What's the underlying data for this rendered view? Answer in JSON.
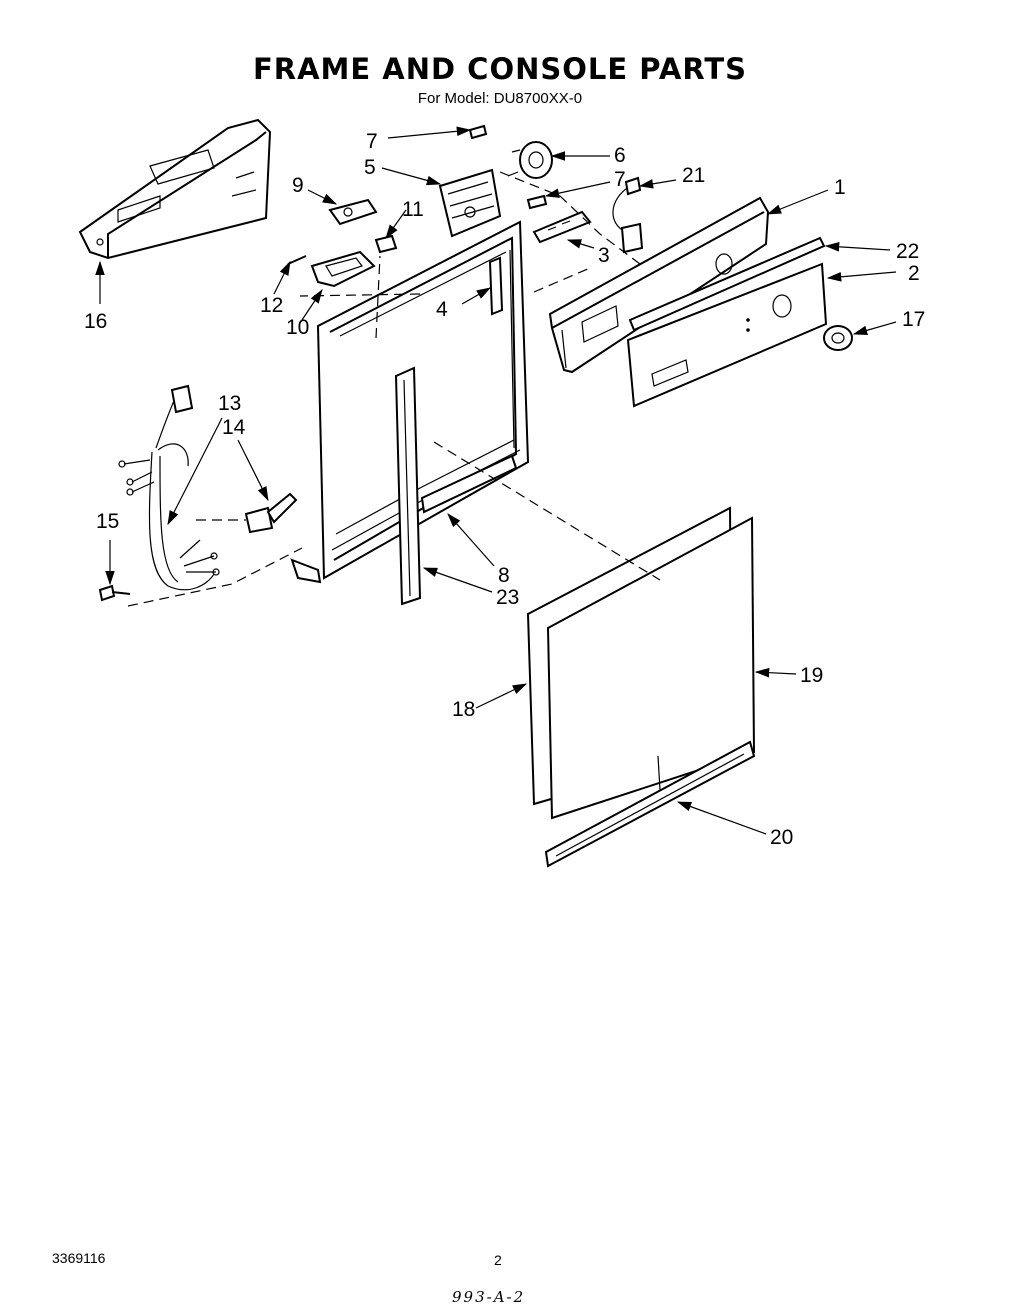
{
  "header": {
    "title": "FRAME AND CONSOLE PARTS",
    "model_line": "For Model: DU8700XX-0"
  },
  "callouts": [
    "1",
    "2",
    "3",
    "4",
    "5",
    "6",
    "7",
    "7",
    "8",
    "9",
    "10",
    "11",
    "12",
    "13",
    "14",
    "15",
    "16",
    "17",
    "18",
    "19",
    "20",
    "21",
    "22",
    "23"
  ],
  "footer": {
    "doc_number": "3369116",
    "page_number": "2",
    "handwritten_note": "993-A-2"
  }
}
